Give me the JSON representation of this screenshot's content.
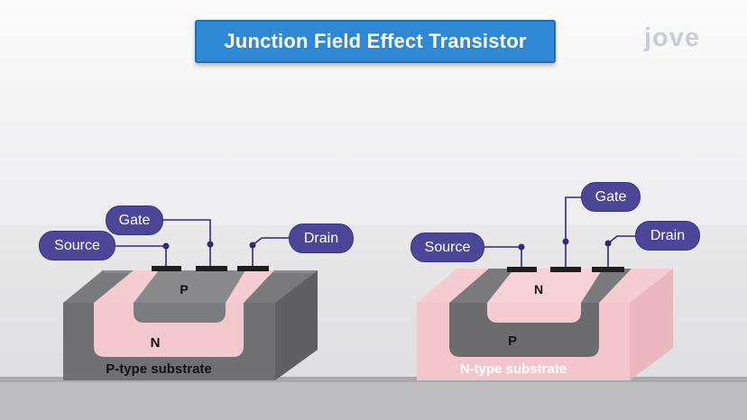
{
  "title": "Junction Field Effect Transistor",
  "logo": "jove",
  "left_device": {
    "gate": "Gate",
    "source": "Source",
    "drain": "Drain",
    "inner_region": "P",
    "channel_region": "N",
    "substrate": "P-type substrate"
  },
  "right_device": {
    "gate": "Gate",
    "source": "Source",
    "drain": "Drain",
    "inner_region": "N",
    "channel_region": "P",
    "substrate": "N-type substrate"
  },
  "colors": {
    "title_bg": "#2f88d4",
    "label_pill": "#4c4698",
    "p_region": "#f3c9cf",
    "n_region_dark": "#6c6c6e",
    "wire": "#2e2a78"
  }
}
